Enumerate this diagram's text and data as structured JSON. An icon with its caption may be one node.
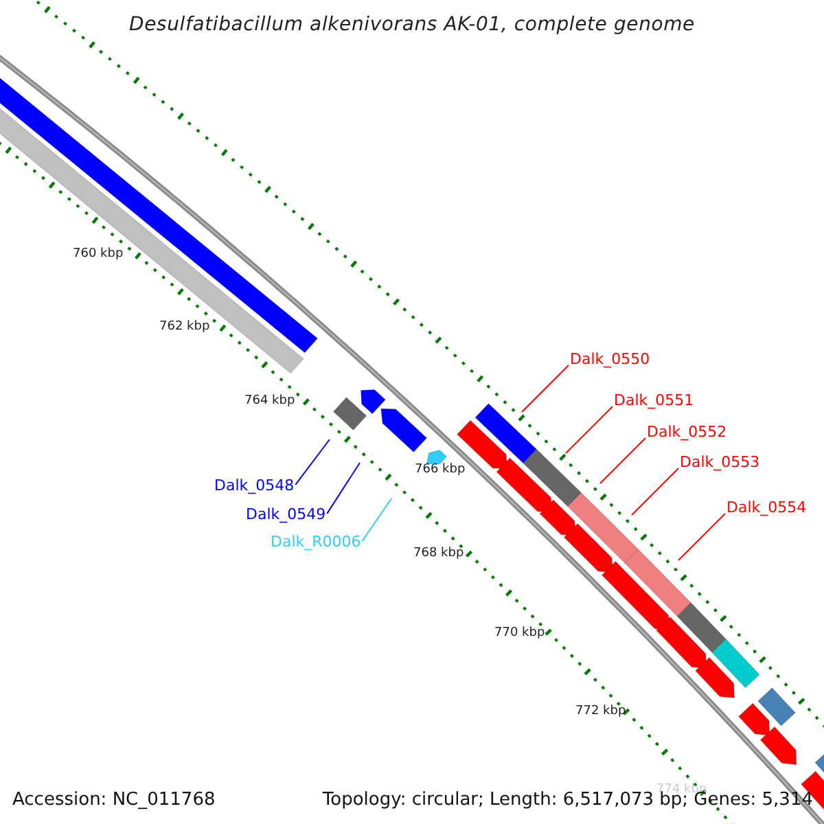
{
  "diagram": {
    "title": "Desulfatibacillum alkenivorans AK-01, complete genome",
    "nodes": [
      {
        "text": [
          "Dalk_0548"
        ]
      },
      {
        "text": [
          "Dalk_0549"
        ]
      },
      {
        "text": [
          "Dalk_R0006"
        ]
      },
      {
        "text": [
          "Dalk_0550"
        ]
      },
      {
        "text": [
          "Dalk_0551"
        ]
      },
      {
        "text": [
          "Dalk_0552"
        ]
      },
      {
        "text": [
          "Dalk_0553"
        ]
      },
      {
        "text": [
          "Dalk_0554"
        ]
      }
    ],
    "edges": [
      {
        "from": 0,
        "to": null,
        "arrow": "none",
        "color": "#0000ff"
      },
      {
        "from": 1,
        "to": null,
        "arrow": "none",
        "color": "#0000ff"
      },
      {
        "from": 2,
        "to": null,
        "arrow": "none",
        "color": "#33ccff"
      },
      {
        "from": 3,
        "to": null,
        "arrow": "none"
      },
      {
        "from": 4,
        "to": null,
        "arrow": "none"
      },
      {
        "from": 5,
        "to": null,
        "arrow": "none"
      },
      {
        "from": 6,
        "to": null,
        "arrow": "none"
      },
      {
        "from": 7,
        "to": null,
        "arrow": "none"
      }
    ],
    "labels": [
      "760 kbp",
      "762 kbp",
      "764 kbp",
      "766 kbp",
      "768 kbp",
      "770 kbp",
      "772 kbp",
      "774 kbp",
      "Accession: NC_011768",
      "Topology: circular; Length: 6,517,073 bp; Genes: 5,314"
    ]
  }
}
